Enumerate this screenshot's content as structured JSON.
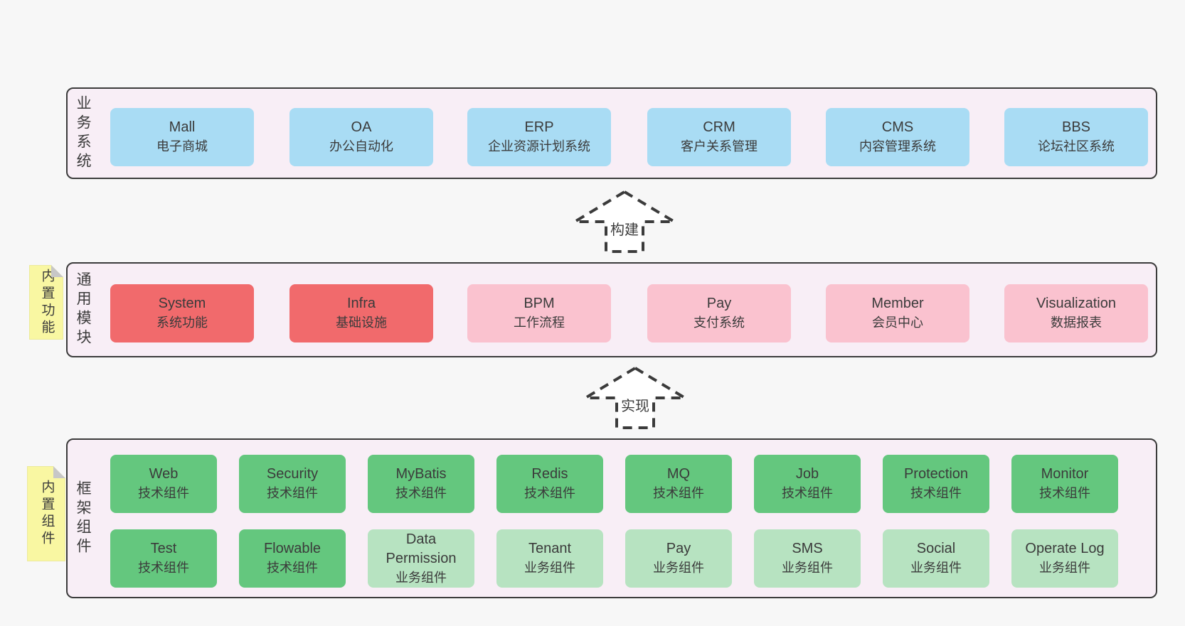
{
  "colors": {
    "page_background": "#f7f7f7",
    "section_background": "#f8eef6",
    "section_border": "#3b3b3b",
    "blue_box": "#a9dcf4",
    "red_box": "#f16a6c",
    "pink_box": "#fac2cf",
    "green_box": "#64c77e",
    "light_green_box": "#b7e3c1",
    "sticky_yellow": "#f9f7a2",
    "fold_gray": "#c7c7c7",
    "text": "#3b3b3b"
  },
  "sections": {
    "business": {
      "side_label": "业务系统",
      "boxes": [
        {
          "name": "Mall",
          "desc": "电子商城"
        },
        {
          "name": "OA",
          "desc": "办公自动化"
        },
        {
          "name": "ERP",
          "desc": "企业资源计划系统"
        },
        {
          "name": "CRM",
          "desc": "客户关系管理"
        },
        {
          "name": "CMS",
          "desc": "内容管理系统"
        },
        {
          "name": "BBS",
          "desc": "论坛社区系统"
        }
      ]
    },
    "modules": {
      "side_label": "通用模块",
      "sticky_tab": "内置功能",
      "boxes": [
        {
          "name": "System",
          "desc": "系统功能",
          "variant": "red"
        },
        {
          "name": "Infra",
          "desc": "基础设施",
          "variant": "red"
        },
        {
          "name": "BPM",
          "desc": "工作流程",
          "variant": "pink"
        },
        {
          "name": "Pay",
          "desc": "支付系统",
          "variant": "pink"
        },
        {
          "name": "Member",
          "desc": "会员中心",
          "variant": "pink"
        },
        {
          "name": "Visualization",
          "desc": "数据报表",
          "variant": "pink"
        }
      ]
    },
    "components": {
      "side_label": "框架组件",
      "sticky_tab": "内置组件",
      "row1": [
        {
          "name": "Web",
          "desc": "技术组件",
          "variant": "green"
        },
        {
          "name": "Security",
          "desc": "技术组件",
          "variant": "green"
        },
        {
          "name": "MyBatis",
          "desc": "技术组件",
          "variant": "green"
        },
        {
          "name": "Redis",
          "desc": "技术组件",
          "variant": "green"
        },
        {
          "name": "MQ",
          "desc": "技术组件",
          "variant": "green"
        },
        {
          "name": "Job",
          "desc": "技术组件",
          "variant": "green"
        },
        {
          "name": "Protection",
          "desc": "技术组件",
          "variant": "green"
        },
        {
          "name": "Monitor",
          "desc": "技术组件",
          "variant": "green"
        }
      ],
      "row2": [
        {
          "name": "Test",
          "desc": "技术组件",
          "variant": "green"
        },
        {
          "name": "Flowable",
          "desc": "技术组件",
          "variant": "green"
        },
        {
          "name": "Data Permission",
          "desc": "业务组件",
          "variant": "lightgreen"
        },
        {
          "name": "Tenant",
          "desc": "业务组件",
          "variant": "lightgreen"
        },
        {
          "name": "Pay",
          "desc": "业务组件",
          "variant": "lightgreen"
        },
        {
          "name": "SMS",
          "desc": "业务组件",
          "variant": "lightgreen"
        },
        {
          "name": "Social",
          "desc": "业务组件",
          "variant": "lightgreen"
        },
        {
          "name": "Operate Log",
          "desc": "业务组件",
          "variant": "lightgreen"
        }
      ]
    }
  },
  "arrows": {
    "build": {
      "label": "构建"
    },
    "implement": {
      "label": "实现"
    }
  }
}
